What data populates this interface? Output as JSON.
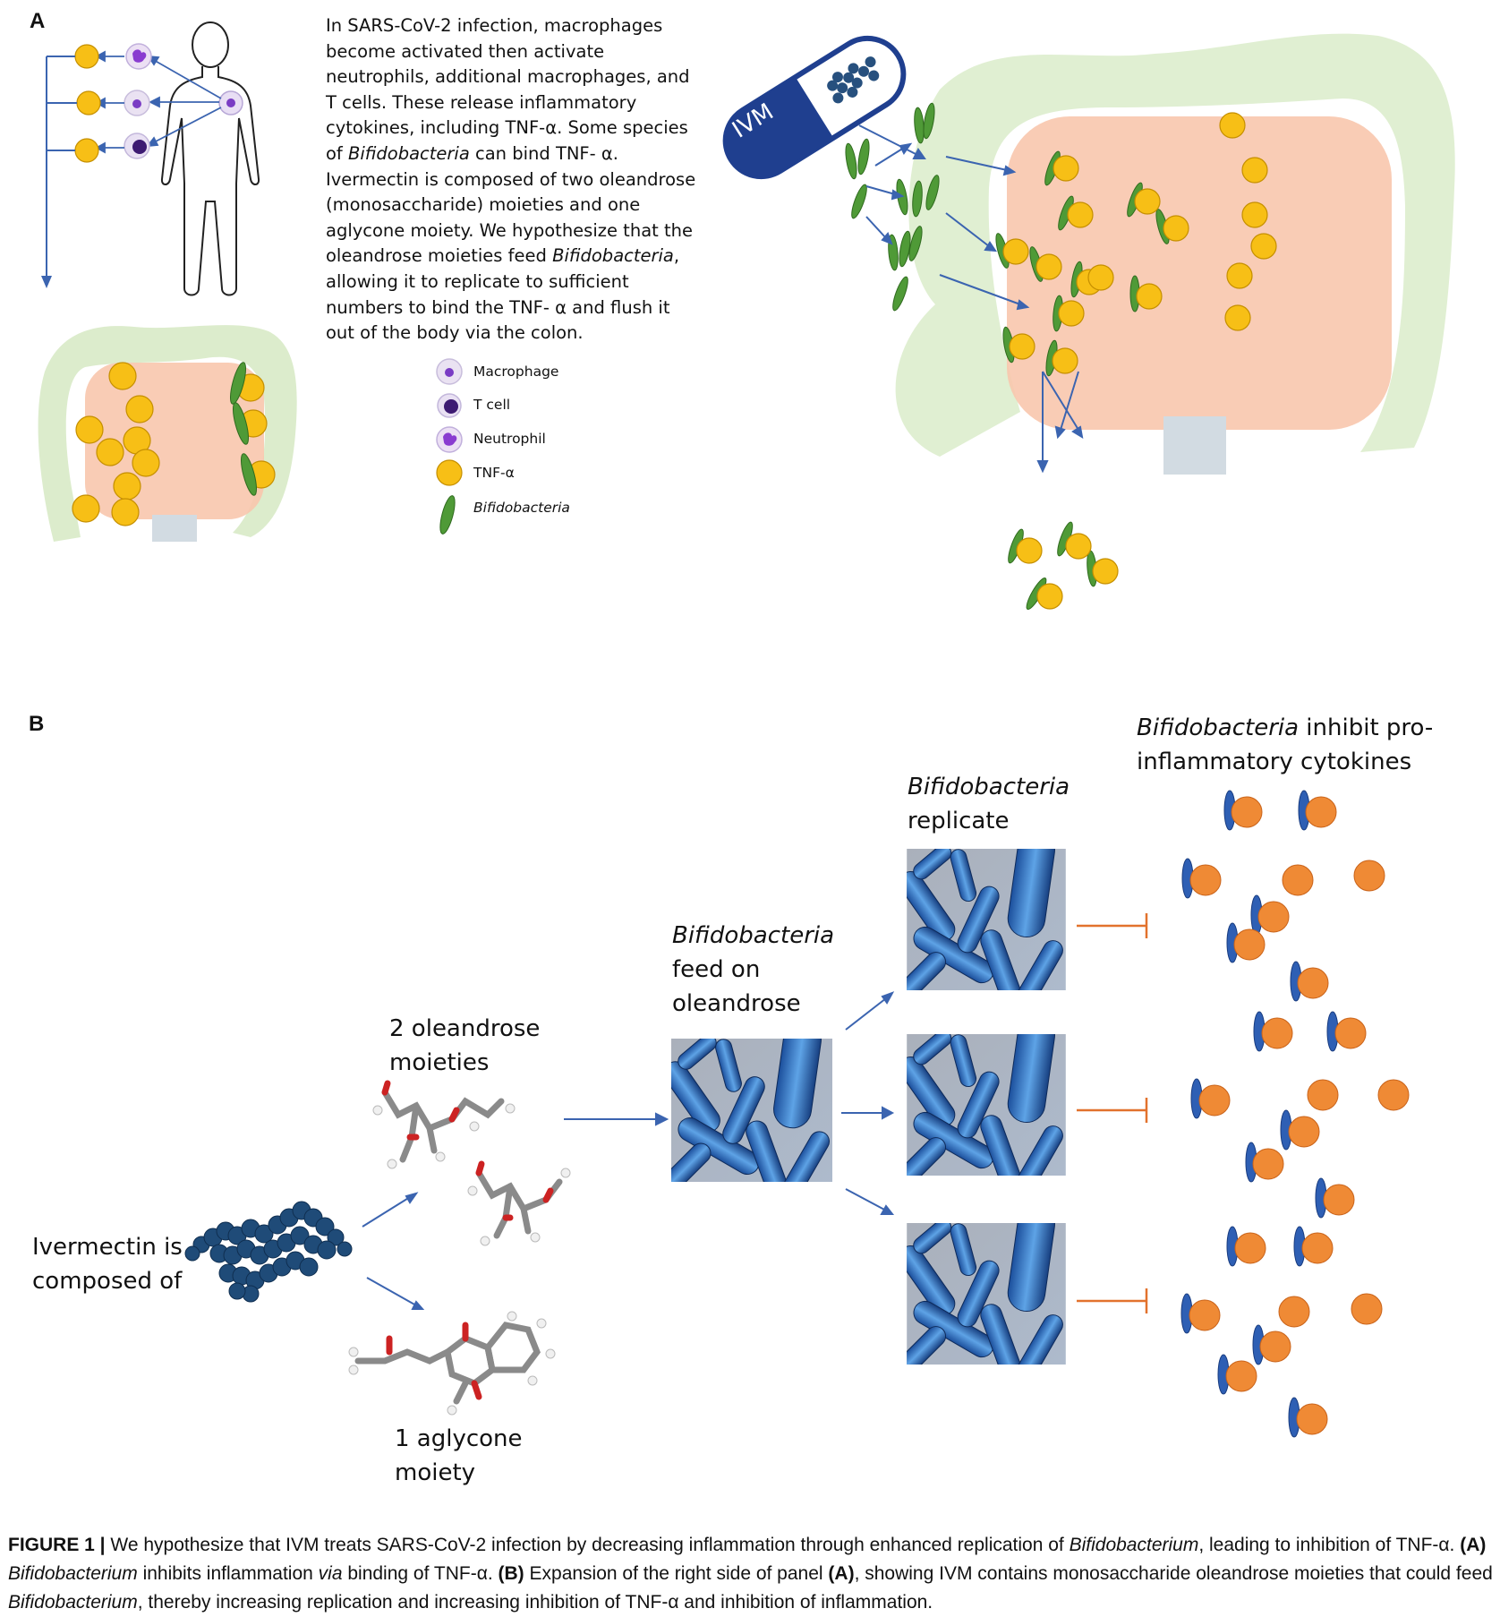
{
  "panel_a": {
    "letter": "A",
    "paragraph_lines": [
      "In SARS-CoV-2 infection, macrophages",
      "become activated then activate",
      "neutrophils, additional macrophages, and",
      "T cells.  These release inflammatory",
      "cytokines, including TNF-α.  Some species",
      "of |Bifidobacteria| can bind TNF- α.",
      "Ivermectin is composed of two oleandrose",
      "(monosaccharide) moieties and one",
      "aglycone moiety.  We hypothesize that the",
      "oleandrose moieties feed |Bifidobacteria|,",
      "allowing it to replicate to sufficient",
      "numbers to bind the TNF- α and flush it",
      "out of the body via the colon."
    ],
    "legend": {
      "macrophage": "Macrophage",
      "tcell": "T cell",
      "neutrophil": "Neutrophil",
      "tnf": "TNF-α",
      "bifido": "Bifidobacteria"
    },
    "capsule_label": "IVM"
  },
  "panel_b": {
    "letter": "B",
    "ivermectin_line1": "Ivermectin is",
    "ivermectin_line2": "composed of",
    "oleandrose_line1": "2 oleandrose",
    "oleandrose_line2": "moieties",
    "aglycone_line1": "1 aglycone",
    "aglycone_line2": "moiety",
    "feed_line1": "Bifidobacteria",
    "feed_line2": "feed on",
    "feed_line3": "oleandrose",
    "replicate_line1": "Bifidobacteria",
    "replicate_line2": "replicate",
    "inhibit_line1_italic": "Bifidobacteria",
    "inhibit_line1_rest": " inhibit pro-",
    "inhibit_line2": "inflammatory cytokines"
  },
  "caption": {
    "label": "FIGURE 1 |",
    "segments": [
      {
        "t": " We hypothesize that IVM treats SARS-CoV-2 infection by decreasing inflammation through enhanced replication of ",
        "s": "n"
      },
      {
        "t": "Bifidobacterium",
        "s": "i"
      },
      {
        "t": ", leading to inhibition of TNF-α. ",
        "s": "n"
      },
      {
        "t": "(A)",
        "s": "b"
      },
      {
        "t": " ",
        "s": "n"
      },
      {
        "t": "Bifidobacterium",
        "s": "i"
      },
      {
        "t": " inhibits inflammation ",
        "s": "n"
      },
      {
        "t": "via",
        "s": "i"
      },
      {
        "t": " binding of TNF-α. ",
        "s": "n"
      },
      {
        "t": "(B)",
        "s": "b"
      },
      {
        "t": " Expansion of the right side of panel ",
        "s": "n"
      },
      {
        "t": "(A)",
        "s": "b"
      },
      {
        "t": ", showing IVM contains monosaccharide oleandrose moieties that could feed ",
        "s": "n"
      },
      {
        "t": "Bifidobacterium",
        "s": "i"
      },
      {
        "t": ", thereby increasing replication and increasing inhibition of TNF-α and inhibition of inflammation.",
        "s": "n"
      }
    ]
  },
  "colors": {
    "arrow_blue": "#3b64b0",
    "tnf_yellow": "#f7bf16",
    "bacteria_green": "#4f9a37",
    "colon_green": "#cfe3b8",
    "intestine_salmon": "#f9c6ad",
    "capsule_navy": "#1f3f8f",
    "cytokine_orange": "#ef8a35",
    "receptor_blue": "#2e5fb4",
    "inhibit_orange": "#e2722d"
  }
}
